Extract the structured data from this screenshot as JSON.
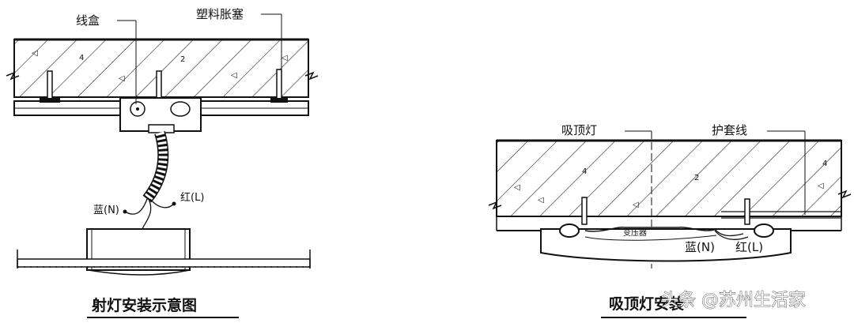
{
  "left_diagram": {
    "label_junction_box": "线盒",
    "label_plastic_anchor": "塑料胀塞",
    "label_blue_neutral": "蓝(N)",
    "label_red_live": "红(L)",
    "caption": "射灯安装示意图"
  },
  "right_diagram": {
    "label_ceiling_light": "吸顶灯",
    "label_sheathed_cable": "护套线",
    "label_transformer": "变压器",
    "label_blue_neutral": "蓝(N)",
    "label_red_live": "红(L)",
    "caption": "吸顶灯安装"
  },
  "watermark": "头条 @苏州生活家"
}
